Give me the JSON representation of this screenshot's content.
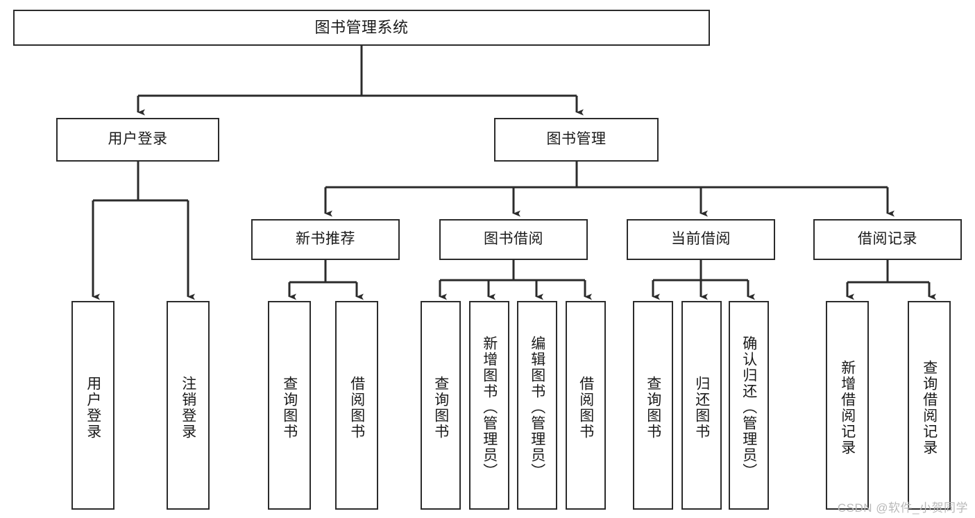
{
  "diagram": {
    "title": "图书管理系统",
    "type": "hierarchy-tree",
    "watermark": "CSDN @软件_小贺同学",
    "colors": {
      "node_border": "#2b2b2b",
      "node_fill": "#ffffff",
      "edge": "#2b2b2b",
      "text": "#1a1a1a",
      "watermark": "#b9b9b9",
      "background": "#ffffff"
    },
    "nodes": {
      "root": {
        "label": "图书管理系统"
      },
      "level2": [
        {
          "id": "user-login",
          "label": "用户登录"
        },
        {
          "id": "book-management",
          "label": "图书管理"
        }
      ],
      "level3": [
        {
          "id": "new-book-recommend",
          "label": "新书推荐"
        },
        {
          "id": "book-borrow",
          "label": "图书借阅"
        },
        {
          "id": "current-borrow",
          "label": "当前借阅"
        },
        {
          "id": "borrow-record",
          "label": "借阅记录"
        }
      ],
      "leaves": [
        {
          "id": "leaf-user-login",
          "label": "用户登录",
          "parent": "user-login"
        },
        {
          "id": "leaf-logout",
          "label": "注销登录",
          "parent": "user-login"
        },
        {
          "id": "leaf-query-book-1",
          "label": "查询图书",
          "parent": "new-book-recommend"
        },
        {
          "id": "leaf-borrow-book-1",
          "label": "借阅图书",
          "parent": "new-book-recommend"
        },
        {
          "id": "leaf-query-book-2",
          "label": "查询图书",
          "parent": "book-borrow"
        },
        {
          "id": "leaf-add-book",
          "label": "新增图书（管理员）",
          "parent": "book-borrow"
        },
        {
          "id": "leaf-edit-book",
          "label": "编辑图书（管理员）",
          "parent": "book-borrow"
        },
        {
          "id": "leaf-borrow-book-2",
          "label": "借阅图书",
          "parent": "book-borrow"
        },
        {
          "id": "leaf-query-book-3",
          "label": "查询图书",
          "parent": "current-borrow"
        },
        {
          "id": "leaf-return-book",
          "label": "归还图书",
          "parent": "current-borrow"
        },
        {
          "id": "leaf-confirm-return",
          "label": "确认归还（管理员）",
          "parent": "current-borrow"
        },
        {
          "id": "leaf-add-record",
          "label": "新增借阅记录",
          "parent": "borrow-record"
        },
        {
          "id": "leaf-query-record",
          "label": "查询借阅记录",
          "parent": "borrow-record"
        }
      ]
    }
  }
}
